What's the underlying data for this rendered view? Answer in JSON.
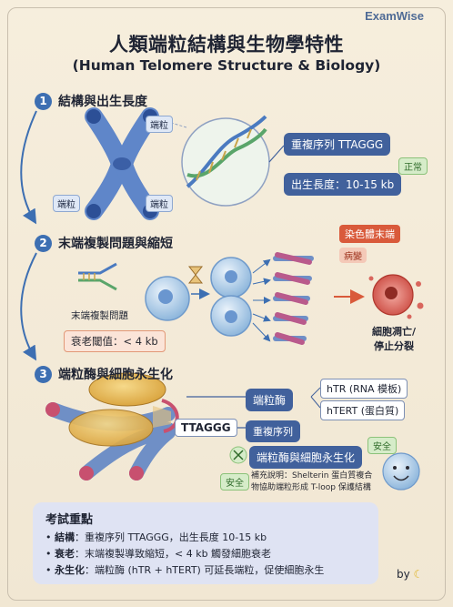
{
  "brand": "ExamWise",
  "title_zh": "人類端粒結構與生物學特性",
  "title_en": "(Human Telomere Structure & Biology)",
  "section1": {
    "num": "1",
    "title": "結構與出生長度",
    "telomere_label": "端粒",
    "repeat_seq": "重複序列 TTAGGG",
    "normal_tag": "正常",
    "birth_length": "出生長度：10-15 kb"
  },
  "section2": {
    "num": "2",
    "title": "末端複製問題與縮短",
    "end_problem": "末端複製問題",
    "chromo_end_tag": "染色體末端",
    "lesion_tag": "病變",
    "senescence_threshold": "衰老閾值：< 4 kb",
    "apoptosis": "細胞凋亡/",
    "arrest": "停止分裂"
  },
  "section3": {
    "num": "3",
    "title": "端粒酶與細胞永生化",
    "telomerase": "端粒酶",
    "htr": "hTR (RNA 模板)",
    "htert": "hTERT (蛋白質)",
    "seq": "TTAGGG",
    "repeat_short": "重複序列",
    "safe_tag": "安全",
    "immortal": "端粒酶與細胞永生化",
    "note_line1": "補充說明：Shelterin 蛋白質複合",
    "note_line2": "物協助端粒形成 T-loop 保護結構"
  },
  "exam": {
    "heading": "考試重點",
    "items": [
      {
        "key": "結構",
        "text": "：重複序列 TTAGGG，出生長度 10-15 kb"
      },
      {
        "key": "衰老",
        "text": "：末端複製導致縮短，< 4 kb 觸發細胞衰老"
      },
      {
        "key": "永生化",
        "text": "：端粒酶 (hTR + hTERT) 可延長端粒，促使細胞永生"
      }
    ]
  },
  "byline": "by",
  "colors": {
    "accent": "#3d6fb2",
    "pill": "#41619c",
    "warning": "#d95a3b",
    "safe": "#2f6b2a"
  }
}
